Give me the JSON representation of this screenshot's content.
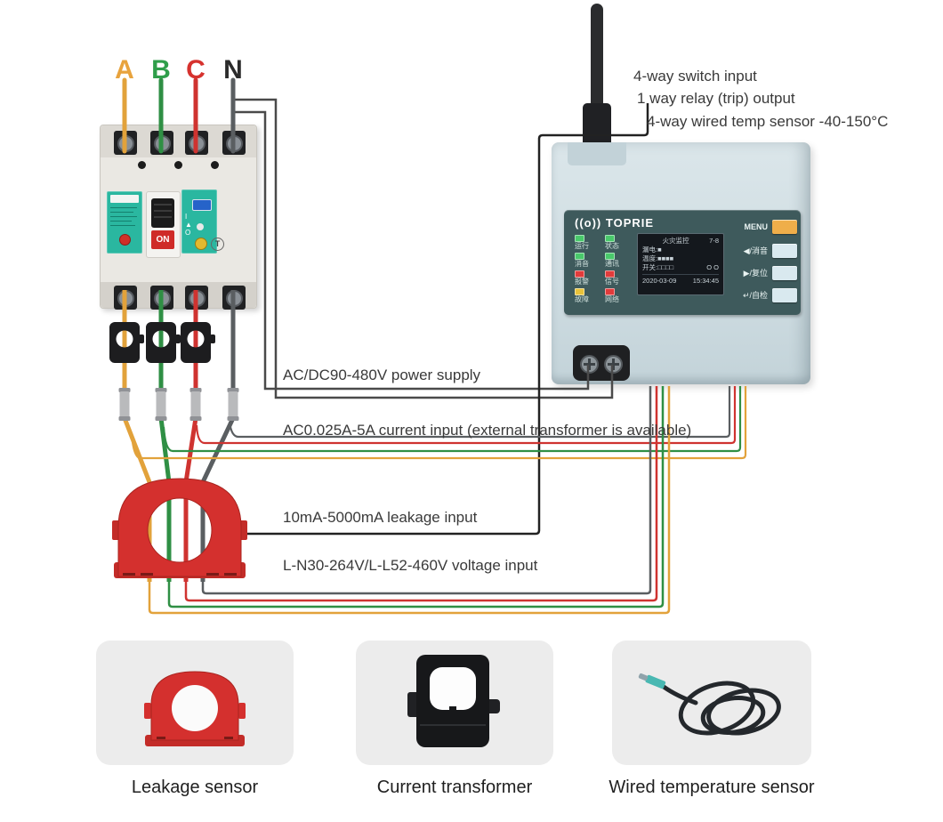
{
  "phases": [
    {
      "label": "A",
      "color": "#e8a33d"
    },
    {
      "label": "B",
      "color": "#2f9e4a"
    },
    {
      "label": "C",
      "color": "#d6322e"
    },
    {
      "label": "N",
      "color": "#2b2b2b"
    }
  ],
  "annotations": {
    "switch_input": "4-way switch input",
    "relay_output": "1 way relay (trip) output",
    "temp_sensor": "4-way wired temp sensor -40-150°C",
    "power_supply": "AC/DC90-480V power supply",
    "current_input": "AC0.025A-5A current input (external transformer is available)",
    "leakage_input": "10mA-5000mA leakage input",
    "voltage_input": "L-N30-264V/L-L52-460V voltage input"
  },
  "breaker": {
    "on_label": "ON",
    "test_label": "T"
  },
  "device": {
    "logo_mark": "((o))",
    "brand": "TOPRIE",
    "menu_label": "MENU",
    "keys": [
      {
        "label": "◀/消音"
      },
      {
        "label": "▶/复位"
      },
      {
        "label": "↵/自检"
      }
    ],
    "leds": [
      {
        "label": "运行",
        "color": "#49c96b"
      },
      {
        "label": "状态",
        "color": "#49c96b"
      },
      {
        "label": "消音",
        "color": "#49c96b"
      },
      {
        "label": "通讯",
        "color": "#49c96b"
      },
      {
        "label": "报警",
        "color": "#e23b3b"
      },
      {
        "label": "信号",
        "color": "#e23b3b"
      },
      {
        "label": "故障",
        "color": "#e8c23a"
      },
      {
        "label": "网络",
        "color": "#e23b3b"
      }
    ],
    "screen": {
      "title": "火灾监控",
      "page": "7-8",
      "leakage_row": "漏电:■",
      "temp_row": "温度:■■■■",
      "switch_row": "开关:□□□□",
      "switch_status": "O O",
      "date": "2020-03-09",
      "time": "15:34:45"
    }
  },
  "products": [
    {
      "name": "Leakage sensor"
    },
    {
      "name": "Current transformer"
    },
    {
      "name": "Wired temperature sensor"
    }
  ],
  "colors": {
    "wire_a": "#e2a23b",
    "wire_b": "#2f8f44",
    "wire_c": "#cf3330",
    "wire_n": "#5a5e61",
    "power_line": "#4a4a4a",
    "signal_line": "#222222",
    "device_panel": "#3e5a5c",
    "menu_button": "#efae4a",
    "key_button": "#d9e9ef",
    "leakage_sensor": "#d4302e",
    "breaker_label": "#2ab7a0"
  }
}
